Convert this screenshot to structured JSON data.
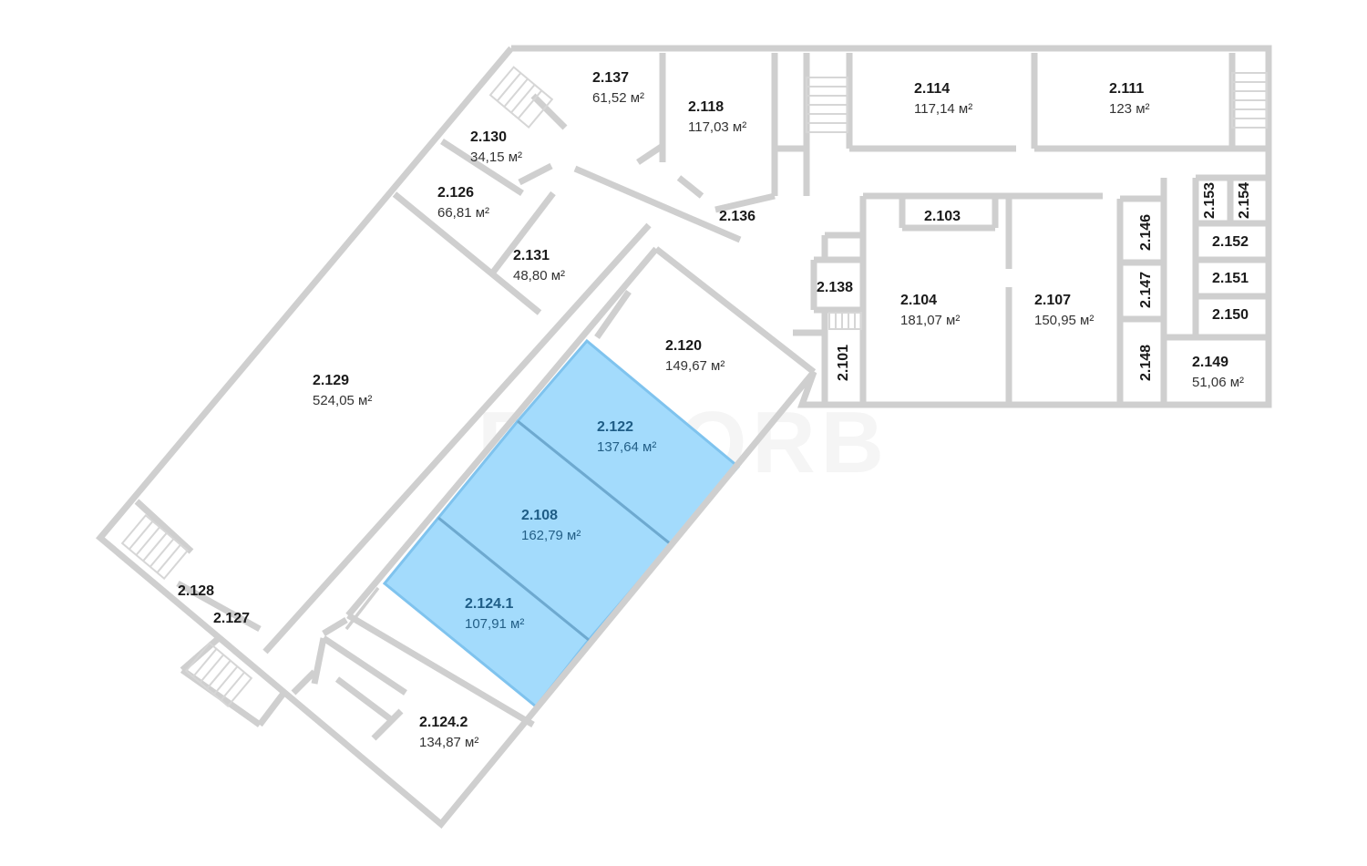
{
  "brand": {
    "watermark": "REKORB",
    "highlight_color": "#a3dbfc",
    "wall_color": "#cfcfcf"
  },
  "rooms": [
    {
      "id": "2.137",
      "area": "61,52 м²",
      "selected": false
    },
    {
      "id": "2.118",
      "area": "117,03 м²",
      "selected": false
    },
    {
      "id": "2.114",
      "area": "117,14 м²",
      "selected": false
    },
    {
      "id": "2.111",
      "area": "123 м²",
      "selected": false
    },
    {
      "id": "2.130",
      "area": "34,15 м²",
      "selected": false
    },
    {
      "id": "2.126",
      "area": "66,81 м²",
      "selected": false
    },
    {
      "id": "2.136",
      "area": "",
      "selected": false
    },
    {
      "id": "2.103",
      "area": "",
      "selected": false
    },
    {
      "id": "2.146",
      "area": "",
      "selected": false
    },
    {
      "id": "2.153",
      "area": "",
      "selected": false
    },
    {
      "id": "2.154",
      "area": "",
      "selected": false
    },
    {
      "id": "2.152",
      "area": "",
      "selected": false
    },
    {
      "id": "2.131",
      "area": "48,80 м²",
      "selected": false
    },
    {
      "id": "2.151",
      "area": "",
      "selected": false
    },
    {
      "id": "2.138",
      "area": "",
      "selected": false
    },
    {
      "id": "2.104",
      "area": "181,07 м²",
      "selected": false
    },
    {
      "id": "2.107",
      "area": "150,95 м²",
      "selected": false
    },
    {
      "id": "2.147",
      "area": "",
      "selected": false
    },
    {
      "id": "2.150",
      "area": "",
      "selected": false
    },
    {
      "id": "2.120",
      "area": "149,67 м²",
      "selected": false
    },
    {
      "id": "2.101",
      "area": "",
      "selected": false
    },
    {
      "id": "2.148",
      "area": "",
      "selected": false
    },
    {
      "id": "2.149",
      "area": "51,06 м²",
      "selected": false
    },
    {
      "id": "2.129",
      "area": "524,05 м²",
      "selected": false
    },
    {
      "id": "2.122",
      "area": "137,64 м²",
      "selected": true
    },
    {
      "id": "2.108",
      "area": "162,79 м²",
      "selected": true
    },
    {
      "id": "2.128",
      "area": "",
      "selected": false
    },
    {
      "id": "2.124.1",
      "area": "107,91 м²",
      "selected": true
    },
    {
      "id": "2.127",
      "area": "",
      "selected": false
    },
    {
      "id": "2.124.2",
      "area": "134,87 м²",
      "selected": false
    }
  ]
}
